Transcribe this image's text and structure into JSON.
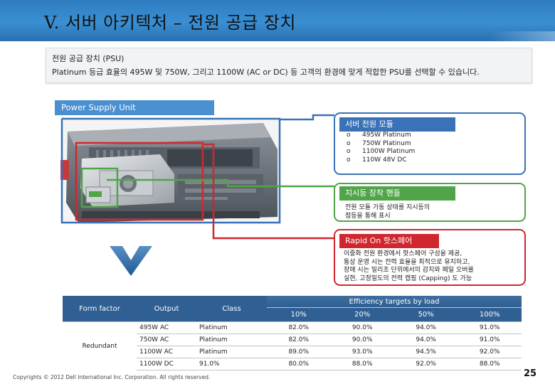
{
  "header": {
    "title": "V. 서버 아키텍처 – 전원 공급 장치"
  },
  "intro": {
    "line1": "전원 공급 장치 (PSU)",
    "line2": "Platinum 등급 효율의 495W 및 750W, 그리고 1100W (AC or DC) 등 고객의 환경에 맞게 적합한 PSU를 선택할 수 있습니다."
  },
  "banner": {
    "label": "Power Supply Unit"
  },
  "callouts": {
    "module": {
      "title": "서버 전원 모듈",
      "items": [
        "495W Platinum",
        "750W Platinum",
        "1100W Platinum",
        "110W 48V DC"
      ],
      "color": "#3a72b8"
    },
    "indicator": {
      "title": "지시등 장착 핸들",
      "text1": "전원 모듈 가동 상태를 지시등의",
      "text2": "점등을 통해 표시",
      "color": "#4fa548"
    },
    "hotswap": {
      "title": "Rapid On 핫스페어",
      "text1": "이중화 전원 환경에서 핫스페어 구성을 제공,",
      "text2": "통상 운영 시는 전력 효율을 최적으로 유지하고,",
      "text3": "장애 시는 밀리초 단위에서의 감지와 페일 오버를",
      "text4": "실현, 고정밀도의 전력 캡핑 (Capping) 도 가능",
      "color": "#d0272e"
    }
  },
  "table": {
    "headers": {
      "form_factor": "Form factor",
      "output": "Output",
      "class": "Class",
      "efficiency": "Efficiency targets by load",
      "loads": [
        "10%",
        "20%",
        "50%",
        "100%"
      ]
    },
    "form_factor_value": "Redundant",
    "rows": [
      {
        "output": "495W AC",
        "class": "Platinum",
        "values": [
          "82.0%",
          "90.0%",
          "94.0%",
          "91.0%"
        ]
      },
      {
        "output": "750W AC",
        "class": "Platinum",
        "values": [
          "82.0%",
          "90.0%",
          "94.0%",
          "91.0%"
        ]
      },
      {
        "output": "1100W AC",
        "class": "Platinum",
        "values": [
          "89.0%",
          "93.0%",
          "94.5%",
          "92.0%"
        ]
      },
      {
        "output": "1100W DC",
        "class": "91.0%",
        "values": [
          "80.0%",
          "88.0%",
          "92.0%",
          "88.0%"
        ]
      }
    ]
  },
  "footer": {
    "copyright": "Copyrights © 2012 Dell International Inc. Corporation. All rights reserved.",
    "page": "25"
  }
}
